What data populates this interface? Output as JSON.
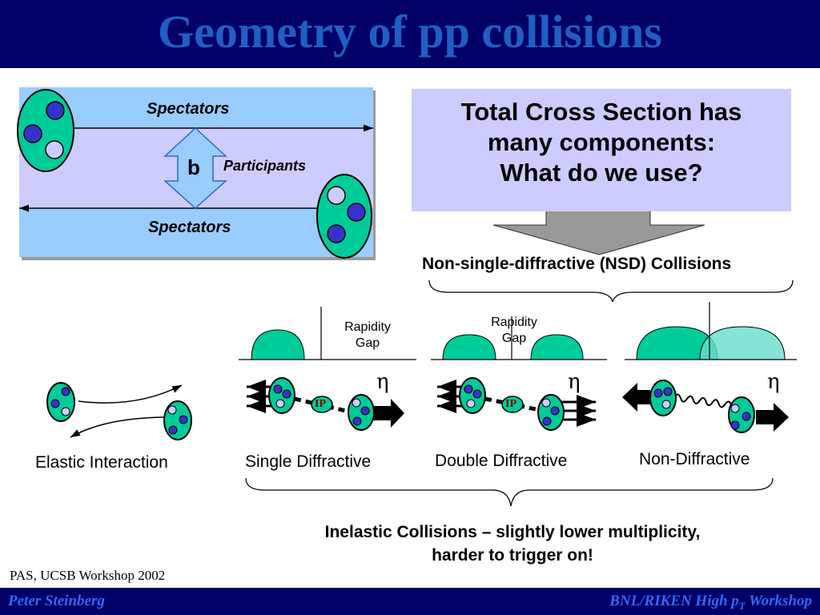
{
  "slide": {
    "title": "Geometry of pp collisions",
    "footer_left": "Peter Steinberg",
    "footer_right_prefix": "BNL/RIKEN High p",
    "footer_right_sub": "T",
    "footer_right_suffix": " Workshop",
    "credit": "PAS,  UCSB Workshop 2002"
  },
  "geometry_panel": {
    "spectators_top": "Spectators",
    "spectators_bottom": "Spectators",
    "participants": "Participants",
    "impact_parameter": "b"
  },
  "question_box": {
    "lines": [
      "Total Cross Section has",
      "many components:",
      "What do we use?"
    ]
  },
  "nsd_label": "Non-single-diffractive (NSD) Collisions",
  "rapidity_gap": {
    "line1": "Rapidity",
    "line2": "Gap"
  },
  "eta_symbol": "η",
  "pomeron_label": "IP",
  "processes": {
    "elastic": "Elastic Interaction",
    "single": "Single Diffractive",
    "double": "Double Diffractive",
    "non": "Non-Diffractive"
  },
  "inelastic_note": {
    "line1": "Inelastic Collisions – slightly lower multiplicity,",
    "line2": "harder to trigger on!"
  },
  "colors": {
    "header_bg": "#000066",
    "title_text": "#1f5fc4",
    "panel_light": "#99ccff",
    "panel_mid": "#ccccff",
    "proton_fill": "#00cc99",
    "quark_dark": "#3333cc",
    "quark_light": "#ccccff",
    "peak_fill": "#00cc99",
    "peak_light": "#66ddcc"
  }
}
